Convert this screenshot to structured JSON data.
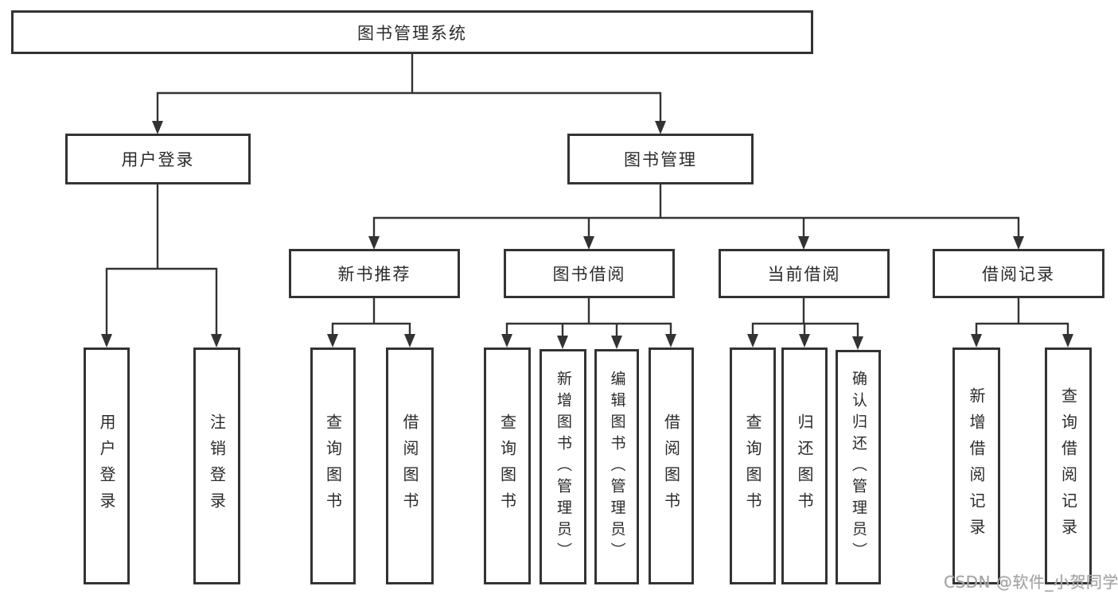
{
  "diagram": {
    "tree": {
      "root": "图书管理系统",
      "branches": [
        {
          "label": "用户登录",
          "children": [
            "用户登录",
            "注销登录"
          ]
        },
        {
          "label": "图书管理",
          "children": [
            {
              "label": "新书推荐",
              "children": [
                "查询图书",
                "借阅图书"
              ]
            },
            {
              "label": "图书借阅",
              "children": [
                "查询图书",
                "新增图书（管理员）",
                "编辑图书（管理员）",
                "借阅图书"
              ]
            },
            {
              "label": "当前借阅",
              "children": [
                "查询图书",
                "归还图书",
                "确认归还（管理员）"
              ]
            },
            {
              "label": "借阅记录",
              "children": [
                "新增借阅记录",
                "查询借阅记录"
              ]
            }
          ]
        }
      ]
    },
    "watermark": "CSDN @软件_小贺同学",
    "colors": {
      "line": "#333333",
      "text": "#2b2b2b",
      "background": "#ffffff",
      "watermark": "#a3a3a3"
    }
  }
}
